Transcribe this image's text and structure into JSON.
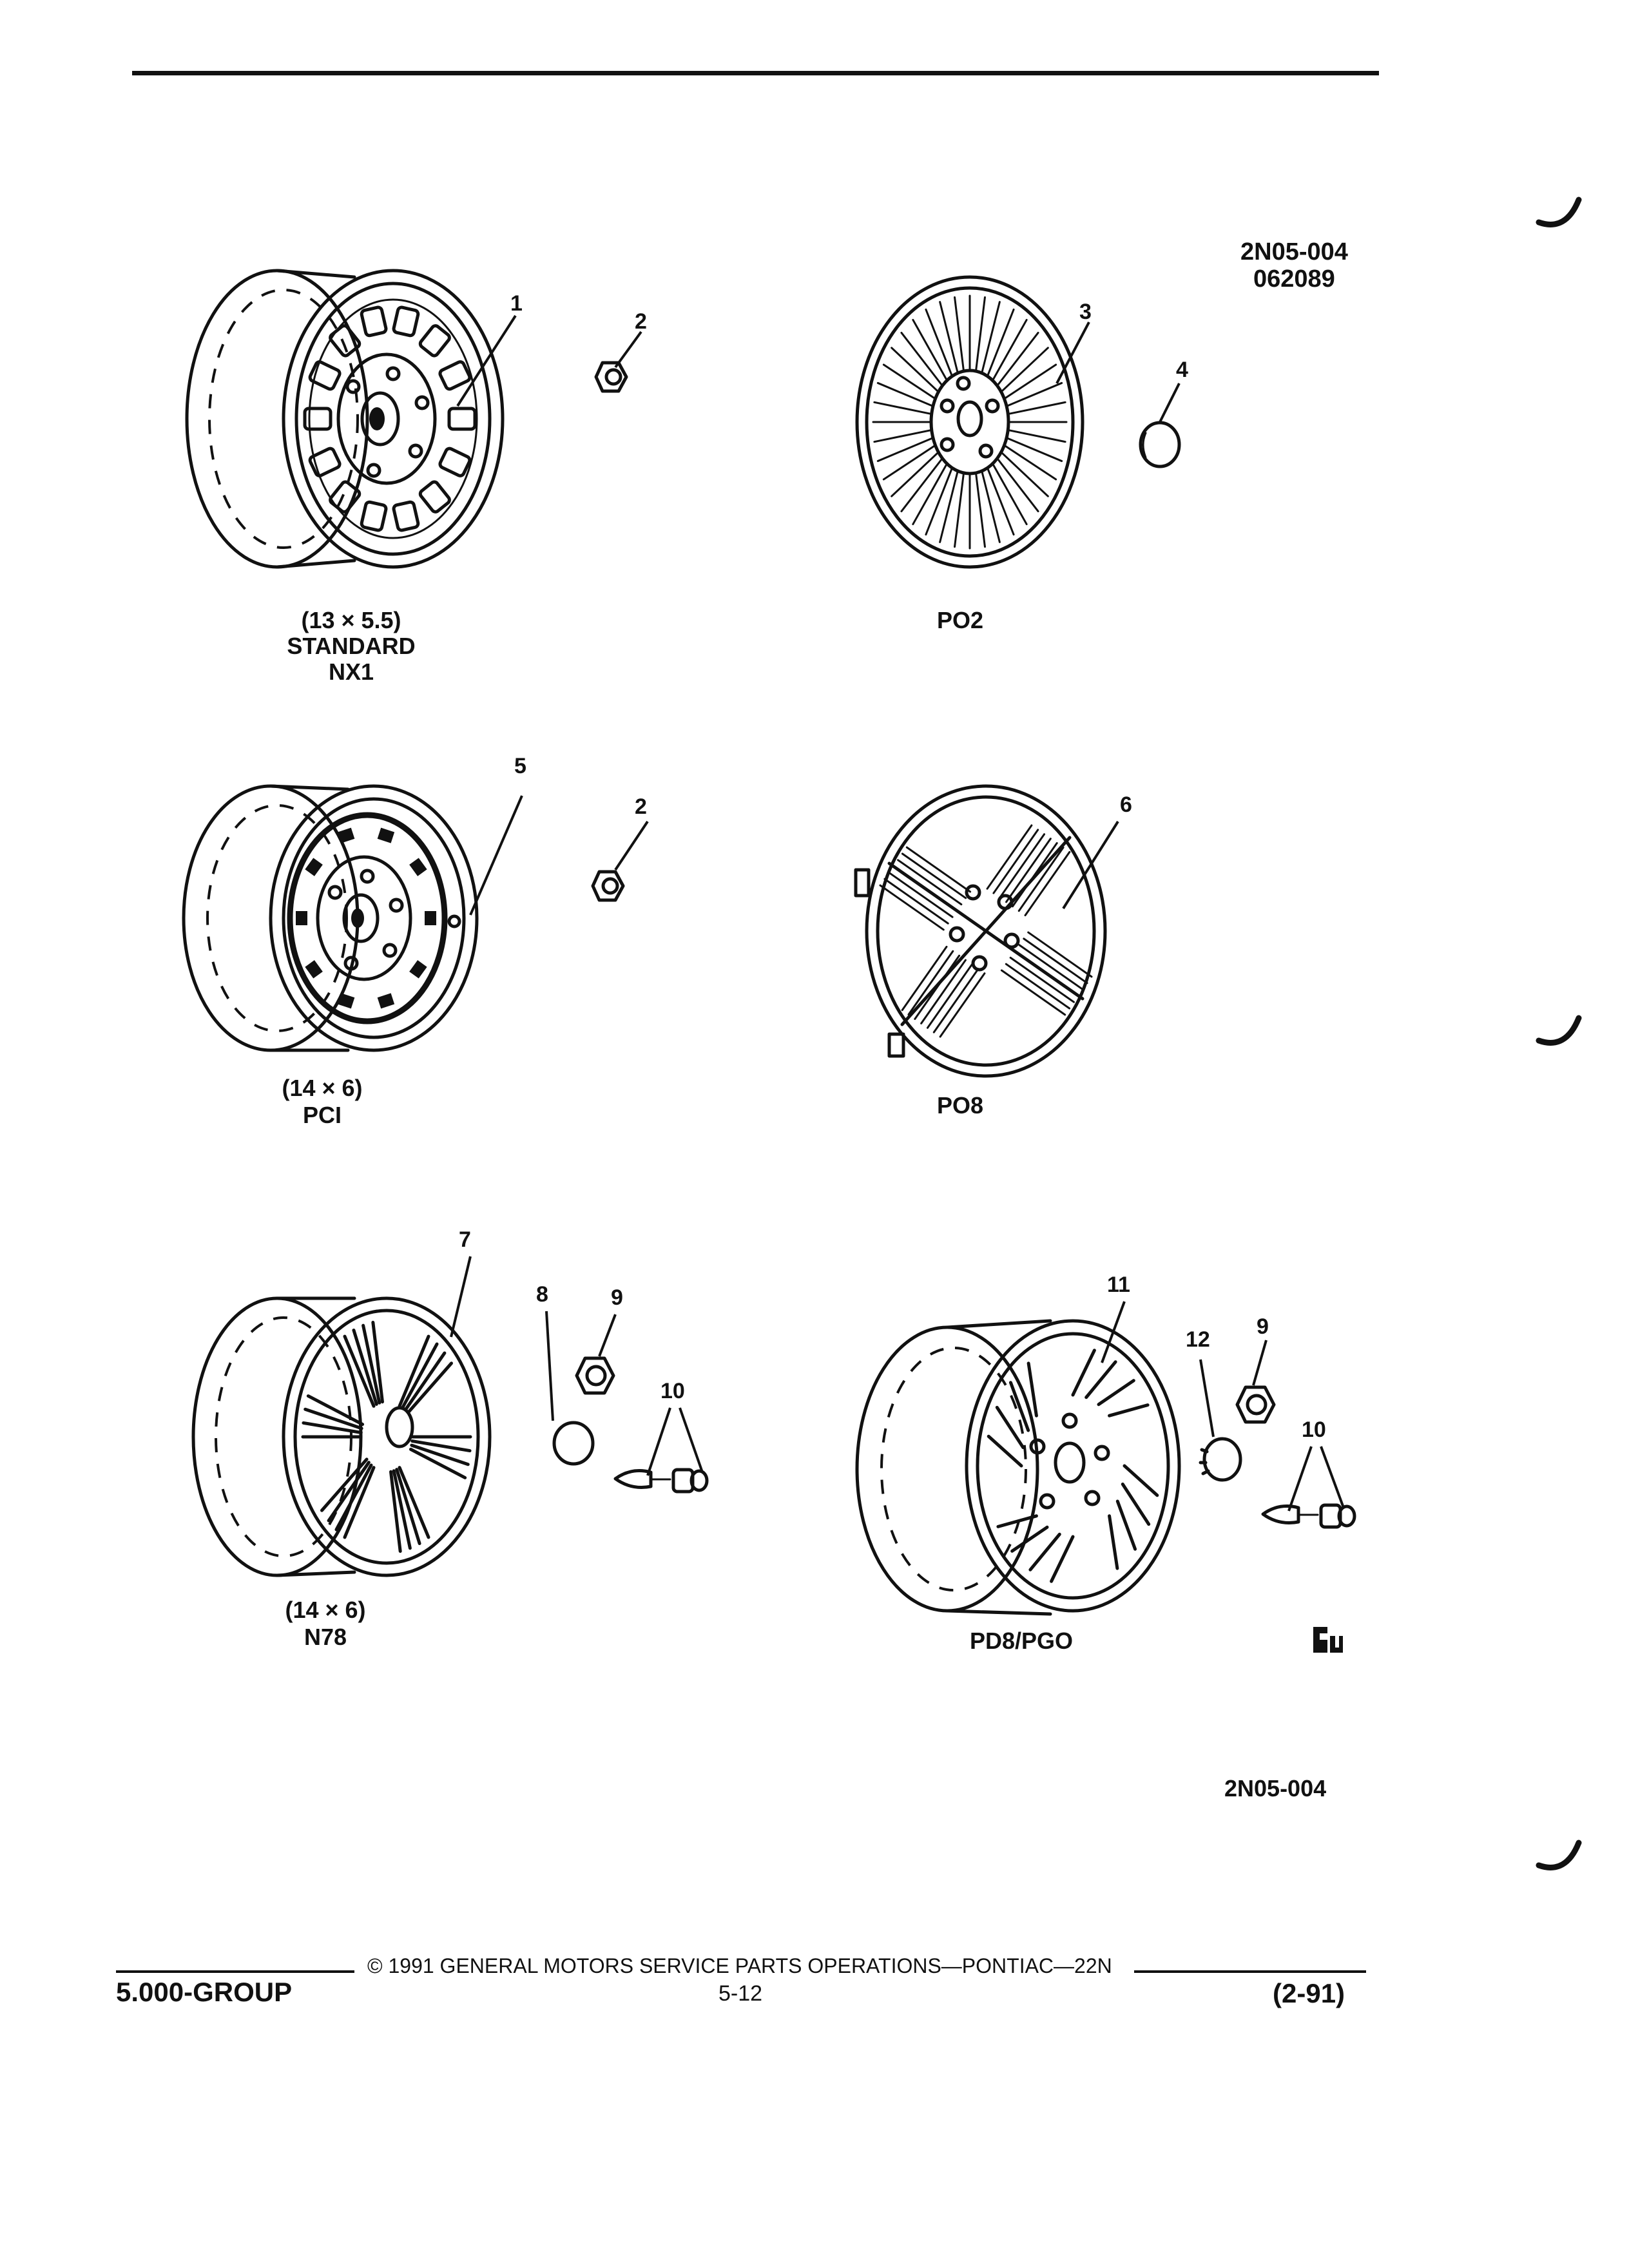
{
  "header": {
    "drawing_number": "2N05-004",
    "drawing_date": "062089"
  },
  "callouts": [
    "1",
    "2",
    "3",
    "4",
    "5",
    "2",
    "6",
    "7",
    "8",
    "9",
    "10",
    "11",
    "12",
    "9",
    "10"
  ],
  "captions": {
    "wheel_1": [
      "(13 × 5.5)",
      "STANDARD",
      "NX1"
    ],
    "wheel_3": [
      "PO2"
    ],
    "wheel_5": [
      "(14 × 6)",
      "PCI"
    ],
    "wheel_6": [
      "PO8"
    ],
    "wheel_7": [
      "(14 × 6)",
      "N78"
    ],
    "wheel_11": [
      "PD8/PGO"
    ]
  },
  "bottom_reference": "2N05-004",
  "footer": {
    "group": "5.000-GROUP",
    "copyright": "© 1991 GENERAL MOTORS SERVICE PARTS OPERATIONS—PONTIAC—22N",
    "page": "5-12",
    "revision": "(2-91)"
  },
  "icons": {
    "gm_logo": "gm-logo-icon",
    "binder_marks": "binder-hole-mark-icon"
  }
}
